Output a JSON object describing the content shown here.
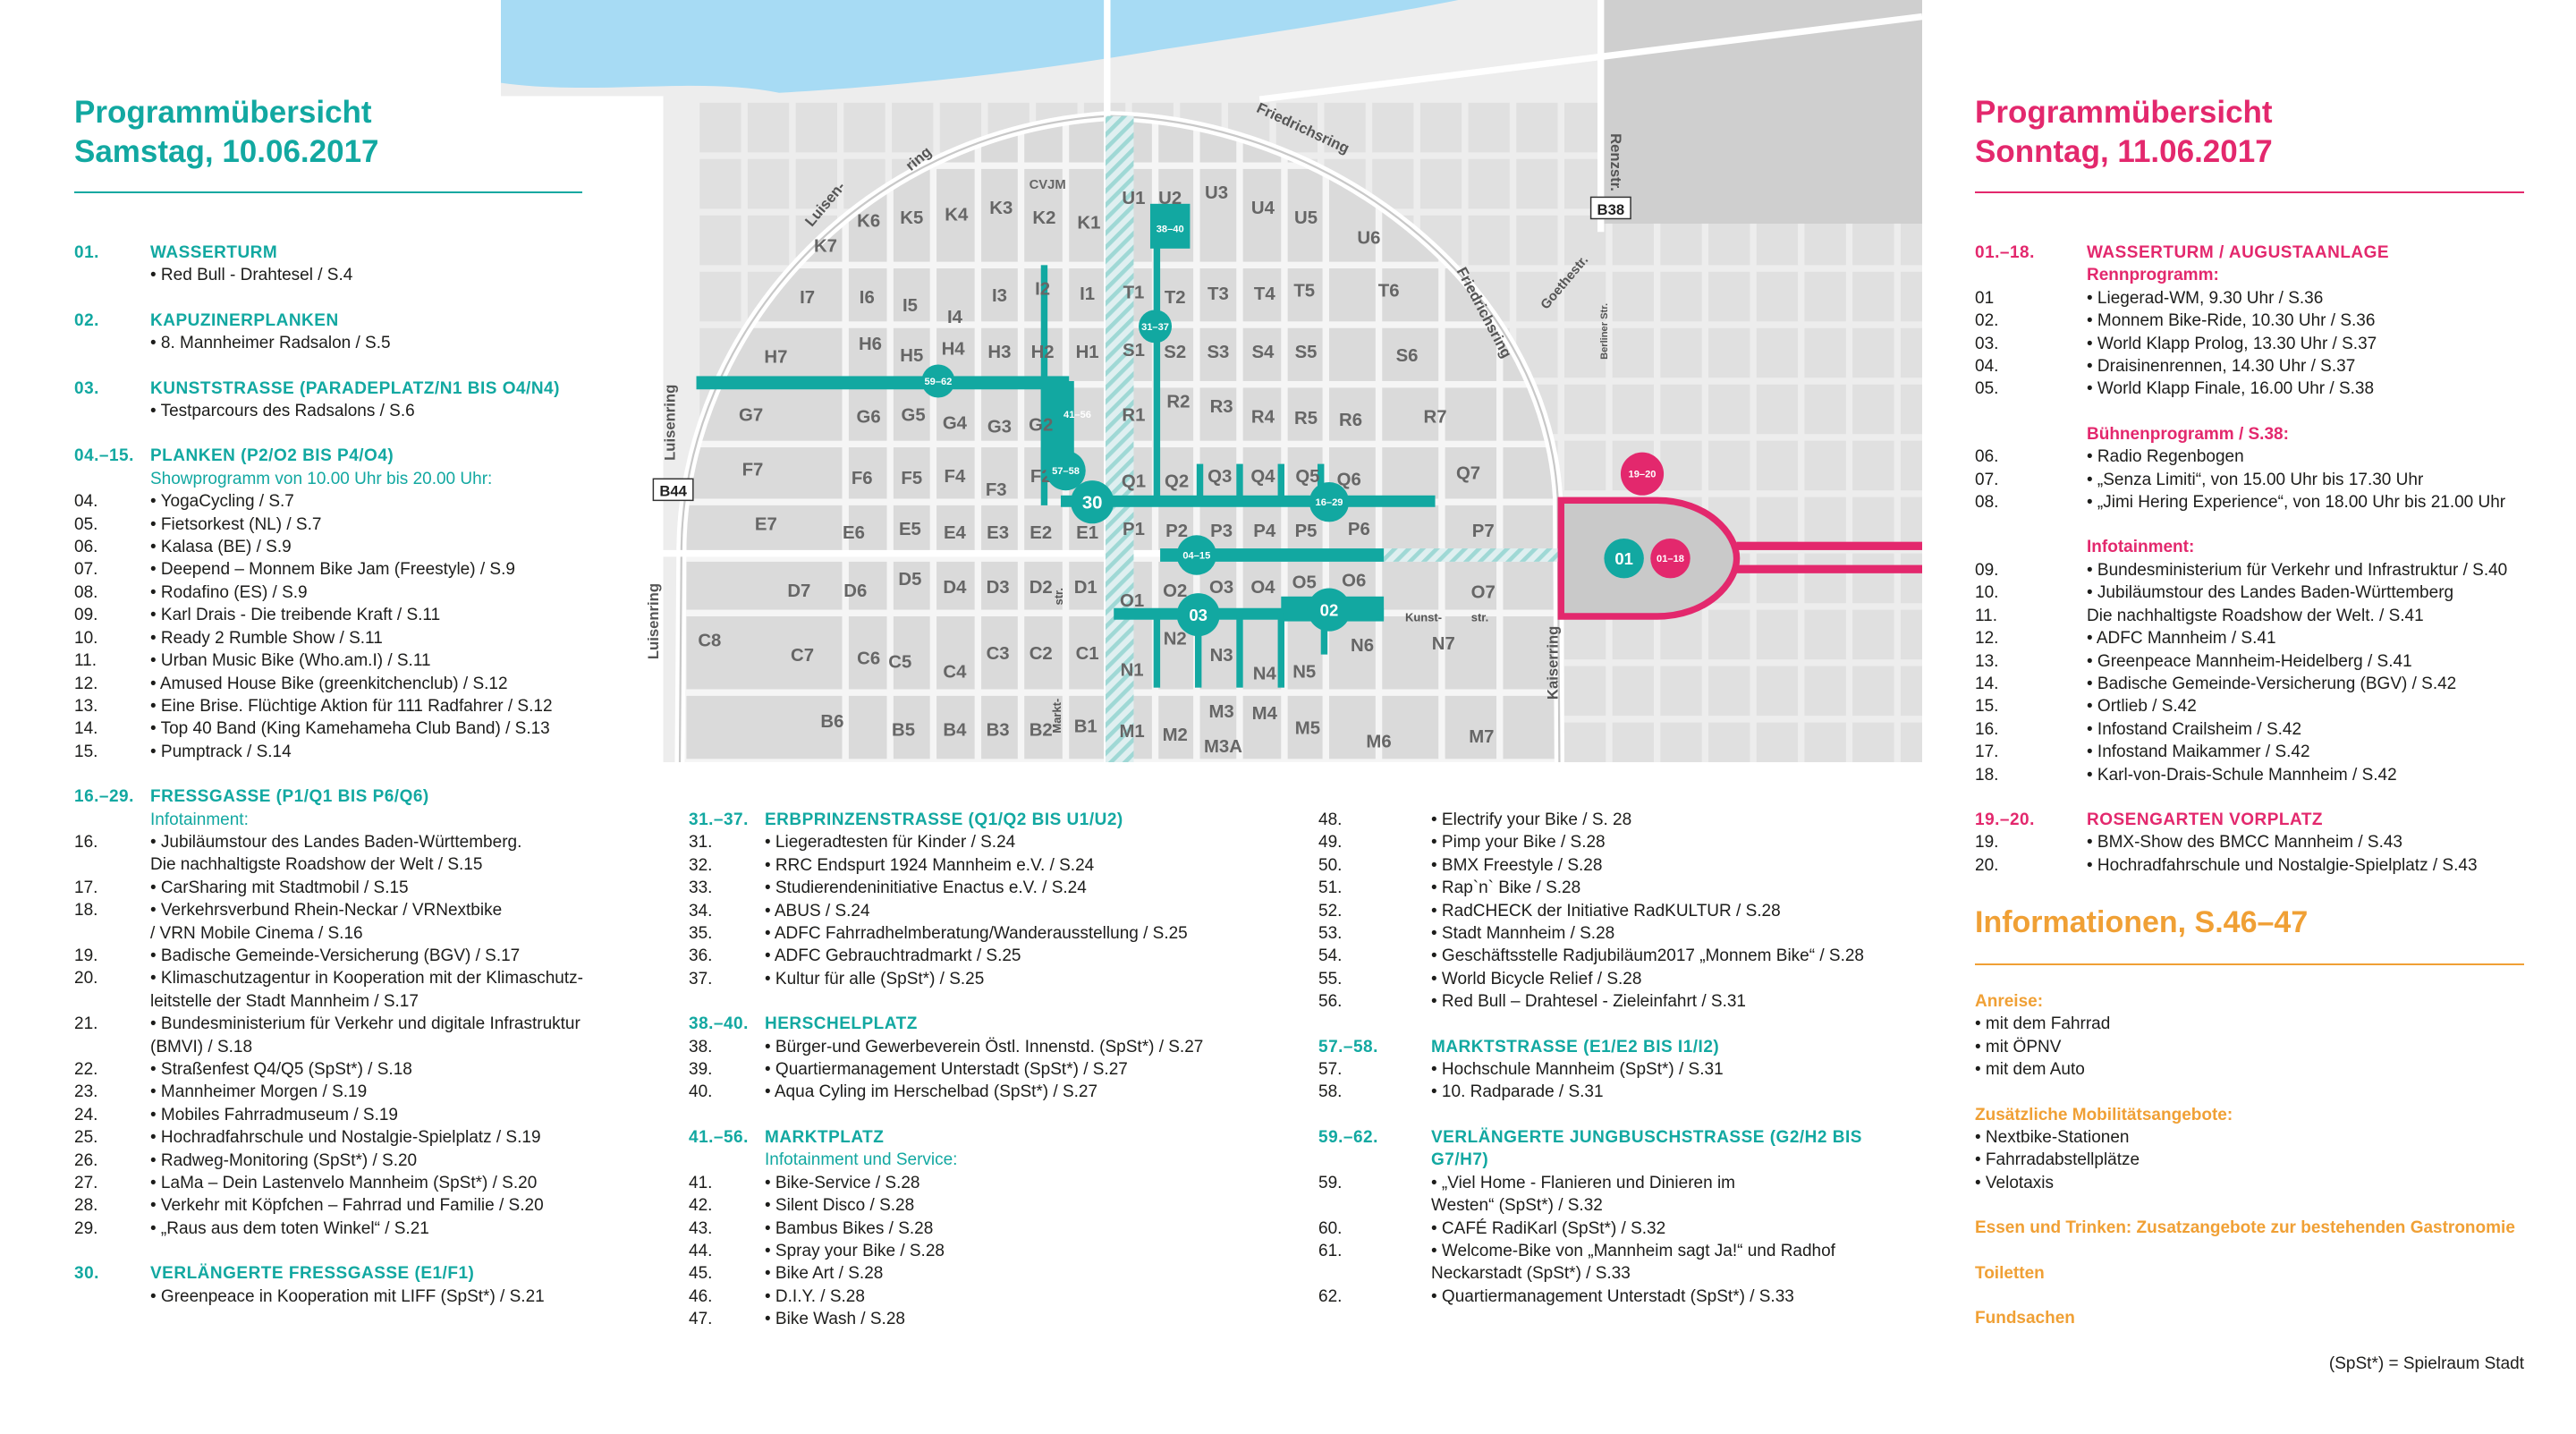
{
  "colors": {
    "teal": "#12a8a1",
    "pink": "#e3286d",
    "orange": "#f0a035",
    "river": "#a7dbf4"
  },
  "saturday": {
    "title_line1": "Programmübersicht",
    "title_line2": "Samstag, 10.06.2017",
    "sections": [
      {
        "num": "01.",
        "title": "WASSERTURM",
        "groups": [
          {
            "sub": "",
            "items": [
              {
                "n": "",
                "t": "• Red Bull - Drahtesel / S.4"
              }
            ]
          }
        ]
      },
      {
        "num": "02.",
        "title": "KAPUZINERPLANKEN",
        "groups": [
          {
            "sub": "",
            "items": [
              {
                "n": "",
                "t": "• 8. Mannheimer Radsalon / S.5"
              }
            ]
          }
        ]
      },
      {
        "num": "03.",
        "title": "KUNSTSTRASSE (PARADEPLATZ/N1 BIS O4/N4)",
        "groups": [
          {
            "sub": "",
            "items": [
              {
                "n": "",
                "t": "• Testparcours des Radsalons / S.6"
              }
            ]
          }
        ]
      },
      {
        "num": "04.–15.",
        "title": "PLANKEN (P2/O2 BIS P4/O4)",
        "groups": [
          {
            "sub": "Showprogramm von 10.00 Uhr bis 20.00 Uhr:",
            "items": [
              {
                "n": "04.",
                "t": "• YogaCycling / S.7"
              },
              {
                "n": "05.",
                "t": "• Fietsorkest (NL) / S.7"
              },
              {
                "n": "06.",
                "t": "• Kalasa (BE) / S.9"
              },
              {
                "n": "07.",
                "t": "• Deepend – Monnem Bike Jam (Freestyle) / S.9"
              },
              {
                "n": "08.",
                "t": "• Rodafino (ES) / S.9"
              },
              {
                "n": "09.",
                "t": "• Karl Drais - Die treibende Kraft / S.11"
              },
              {
                "n": "10.",
                "t": "• Ready 2 Rumble Show / S.11"
              },
              {
                "n": "11.",
                "t": "• Urban Music Bike (Who.am.I) / S.11"
              },
              {
                "n": "12.",
                "t": "• Amused House Bike (greenkitchenclub) / S.12"
              },
              {
                "n": "13.",
                "t": "• Eine Brise. Flüchtige Aktion für 111 Radfahrer  / S.12"
              },
              {
                "n": "14.",
                "t": "• Top 40 Band (King Kamehameha Club Band) / S.13"
              },
              {
                "n": "15.",
                "t": "• Pumptrack / S.14"
              }
            ]
          }
        ]
      },
      {
        "num": "16.–29.",
        "title": "FRESSGASSE (P1/Q1 BIS P6/Q6)",
        "groups": [
          {
            "sub": "Infotainment:",
            "items": [
              {
                "n": "16.",
                "t": "• Jubiläumstour des Landes Baden-Württemberg.\n   Die nachhaltigste Roadshow der Welt / S.15"
              },
              {
                "n": "17.",
                "t": "• CarSharing mit Stadtmobil / S.15"
              },
              {
                "n": "18.",
                "t": "• Verkehrsverbund Rhein-Neckar / VRNextbike\n   / VRN Mobile Cinema / S.16"
              },
              {
                "n": "19.",
                "t": "• Badische Gemeinde-Versicherung (BGV) / S.17"
              },
              {
                "n": "20.",
                "t": "• Klimaschutzagentur in Kooperation mit der Klimaschutz-\n   leitstelle der Stadt Mannheim / S.17"
              },
              {
                "n": "21.",
                "t": "• Bundesministerium für Verkehr und digitale Infrastruktur\n   (BMVI) / S.18"
              },
              {
                "n": "22.",
                "t": "• Straßenfest Q4/Q5 (SpSt*) / S.18"
              },
              {
                "n": "23.",
                "t": "• Mannheimer Morgen / S.19"
              },
              {
                "n": "24.",
                "t": "• Mobiles Fahrradmuseum / S.19"
              },
              {
                "n": "25.",
                "t": "• Hochradfahrschule und Nostalgie-Spielplatz / S.19"
              },
              {
                "n": "26.",
                "t": "• Radweg-Monitoring (SpSt*) / S.20"
              },
              {
                "n": "27.",
                "t": "• LaMa – Dein Lastenvelo Mannheim (SpSt*) / S.20"
              },
              {
                "n": "28.",
                "t": "• Verkehr mit Köpfchen – Fahrrad und Familie / S.20"
              },
              {
                "n": "29.",
                "t": "• „Raus aus dem toten Winkel“ / S.21"
              }
            ]
          }
        ]
      },
      {
        "num": "30.",
        "title": "VERLÄNGERTE FRESSGASSE (E1/F1)",
        "groups": [
          {
            "sub": "",
            "items": [
              {
                "n": "",
                "t": "• Greenpeace in Kooperation mit LIFF (SpSt*) / S.21"
              }
            ]
          }
        ]
      }
    ],
    "sections_mid1": [
      {
        "num": "31.–37.",
        "title": "ERBPRINZENSTRASSE (Q1/Q2 BIS U1/U2)",
        "groups": [
          {
            "sub": "",
            "items": [
              {
                "n": "31.",
                "t": "• Liegeradtesten für Kinder / S.24"
              },
              {
                "n": "32.",
                "t": "• RRC Endspurt 1924 Mannheim e.V. / S.24"
              },
              {
                "n": "33.",
                "t": "• Studierendeninitiative Enactus e.V. / S.24"
              },
              {
                "n": "34.",
                "t": "• ABUS / S.24"
              },
              {
                "n": "35.",
                "t": "• ADFC Fahrradhelmberatung/Wanderausstellung / S.25"
              },
              {
                "n": "36.",
                "t": "• ADFC Gebrauchtradmarkt / S.25"
              },
              {
                "n": "37.",
                "t": "• Kultur für alle  (SpSt*) / S.25"
              }
            ]
          }
        ]
      },
      {
        "num": "38.–40.",
        "title": "HERSCHELPLATZ",
        "groups": [
          {
            "sub": "",
            "items": [
              {
                "n": "38.",
                "t": "• Bürger-und Gewerbeverein Östl. Innenstd. (SpSt*) / S.27"
              },
              {
                "n": "39.",
                "t": "• Quartiermanagement Unterstadt (SpSt*) / S.27"
              },
              {
                "n": "40.",
                "t": "• Aqua Cyling im Herschelbad (SpSt*) / S.27"
              }
            ]
          }
        ]
      },
      {
        "num": "41.–56.",
        "title": "MARKTPLATZ",
        "groups": [
          {
            "sub": "Infotainment und Service:",
            "items": [
              {
                "n": "41.",
                "t": "• Bike-Service / S.28"
              },
              {
                "n": "42.",
                "t": "• Silent Disco / S.28"
              },
              {
                "n": "43.",
                "t": "• Bambus Bikes / S.28"
              },
              {
                "n": "44.",
                "t": "• Spray your Bike / S.28"
              },
              {
                "n": "45.",
                "t": "• Bike Art / S.28"
              },
              {
                "n": "46.",
                "t": "• D.I.Y. / S.28"
              },
              {
                "n": "47.",
                "t": "• Bike Wash / S.28"
              }
            ]
          }
        ]
      }
    ],
    "sections_mid2": [
      {
        "num": "",
        "title": "",
        "groups": [
          {
            "sub": "",
            "items": [
              {
                "n": "48.",
                "t": "• Electrify your Bike / S. 28"
              },
              {
                "n": "49.",
                "t": "• Pimp your Bike / S.28"
              },
              {
                "n": "50.",
                "t": "• BMX Freestyle / S.28"
              },
              {
                "n": "51.",
                "t": "• Rap`n` Bike / S.28"
              },
              {
                "n": "52.",
                "t": "• RadCHECK der Initiative RadKULTUR / S.28"
              },
              {
                "n": "53.",
                "t": "• Stadt Mannheim / S.28"
              },
              {
                "n": "54.",
                "t": "• Geschäftsstelle Radjubiläum2017 „Monnem Bike“ / S.28"
              },
              {
                "n": "55.",
                "t": "• World Bicycle Relief / S.28"
              },
              {
                "n": "56.",
                "t": "• Red Bull – Drahtesel - Zieleinfahrt / S.31"
              }
            ]
          }
        ]
      },
      {
        "num": "57.–58.",
        "title": "MARKTSTRASSE (E1/E2 BIS I1/I2)",
        "groups": [
          {
            "sub": "",
            "items": [
              {
                "n": "57.",
                "t": "• Hochschule Mannheim (SpSt*) / S.31"
              },
              {
                "n": "58.",
                "t": "• 10. Radparade / S.31"
              }
            ]
          }
        ]
      },
      {
        "num": "59.–62.",
        "title": "VERLÄNGERTE JUNGBUSCHSTRASSE (G2/H2 BIS\nG7/H7)",
        "groups": [
          {
            "sub": "",
            "items": [
              {
                "n": "59.",
                "t": "• „Viel Home - Flanieren und Dinieren im\n    Westen“ (SpSt*) / S.32"
              },
              {
                "n": "60.",
                "t": "• CAFÉ RadiKarl  (SpSt*) / S.32"
              },
              {
                "n": "61.",
                "t": "• Welcome-Bike von „Mannheim sagt Ja!“ und Radhof\n   Neckarstadt (SpSt*) / S.33"
              },
              {
                "n": "62.",
                "t": "• Quartiermanagement Unterstadt (SpSt*) / S.33"
              }
            ]
          }
        ]
      }
    ]
  },
  "sunday": {
    "title_line1": "Programmübersicht",
    "title_line2": "Sonntag, 11.06.2017",
    "sections": [
      {
        "num": "01.–18.",
        "title": "WASSERTURM / AUGUSTAANLAGE",
        "groups": [
          {
            "sub": "Rennprogramm:",
            "items": [
              {
                "n": "01",
                "t": "• Liegerad-WM, 9.30 Uhr / S.36"
              },
              {
                "n": "02.",
                "t": "• Monnem Bike-Ride, 10.30 Uhr / S.36"
              },
              {
                "n": "03.",
                "t": "• World Klapp Prolog, 13.30 Uhr / S.37"
              },
              {
                "n": "04.",
                "t": "• Draisinenrennen, 14.30 Uhr / S.37"
              },
              {
                "n": "05.",
                "t": "• World Klapp Finale, 16.00 Uhr / S.38"
              }
            ]
          },
          {
            "sub": "Bühnenprogramm / S.38:",
            "items": [
              {
                "n": "06.",
                "t": "• Radio Regenbogen"
              },
              {
                "n": "07.",
                "t": "• „Senza Limiti“, von 15.00 Uhr bis 17.30 Uhr"
              },
              {
                "n": "08.",
                "t": "• „Jimi Hering Experience“, von 18.00 Uhr bis 21.00 Uhr"
              }
            ]
          },
          {
            "sub": "Infotainment:",
            "items": [
              {
                "n": "09.",
                "t": "• Bundesministerium für Verkehr und Infrastruktur / S.40"
              },
              {
                "n": "10.",
                "t": "• Jubiläumstour des Landes Baden-Württemberg"
              },
              {
                "n": "11.",
                "t": "   Die nachhaltigste Roadshow der Welt. / S.41"
              },
              {
                "n": "12.",
                "t": "• ADFC Mannheim / S.41"
              },
              {
                "n": "13.",
                "t": "• Greenpeace Mannheim-Heidelberg / S.41"
              },
              {
                "n": "14.",
                "t": "• Badische Gemeinde-Versicherung (BGV) / S.42"
              },
              {
                "n": "15.",
                "t": "• Ortlieb / S.42"
              },
              {
                "n": "16.",
                "t": "• Infostand Crailsheim / S.42"
              },
              {
                "n": "17.",
                "t": "• Infostand Maikammer / S.42"
              },
              {
                "n": "18.",
                "t": "• Karl-von-Drais-Schule Mannheim / S.42"
              }
            ]
          }
        ]
      },
      {
        "num": "19.–20.",
        "title": "ROSENGARTEN VORPLATZ",
        "groups": [
          {
            "sub": "",
            "items": [
              {
                "n": "19.",
                "t": "• BMX-Show des BMCC Mannheim / S.43"
              },
              {
                "n": "20.",
                "t": "• Hochradfahrschule und Nostalgie-Spielplatz / S.43"
              }
            ]
          }
        ]
      }
    ]
  },
  "info": {
    "title": "Informationen, S.46–47",
    "anreise_title": "Anreise:",
    "anreise": [
      "• mit dem Fahrrad",
      "• mit ÖPNV",
      "• mit dem Auto"
    ],
    "mobil_title": "Zusätzliche Mobilitätsangebote:",
    "mobil": [
      "• Nextbike-Stationen",
      "• Fahrradabstellplätze",
      "• Velotaxis"
    ],
    "essen": "Essen und Trinken: Zusatzangebote zur bestehenden Gastronomie",
    "toiletten": "Toiletten",
    "fundsachen": "Fundsachen"
  },
  "footnote": "(SpSt*) = Spielraum Stadt",
  "map": {
    "blocks": [
      "K7",
      "K6",
      "K5",
      "K4",
      "K3",
      "K2",
      "K1",
      "CVJM",
      "U1",
      "U2",
      "U3",
      "U4",
      "U5",
      "U6",
      "I7",
      "I6",
      "I5",
      "I4",
      "I3",
      "I2",
      "I1",
      "T1",
      "T2",
      "T3",
      "T4",
      "T5",
      "T6",
      "H7",
      "H6",
      "H5",
      "H4",
      "H3",
      "H2",
      "H1",
      "S1",
      "S2",
      "S3",
      "S4",
      "S5",
      "S6",
      "G7",
      "G6",
      "G5",
      "G4",
      "G3",
      "G2",
      "R1",
      "R2",
      "R3",
      "R4",
      "R5",
      "R6",
      "R7",
      "F7",
      "F6",
      "F5",
      "F4",
      "F3",
      "F2",
      "Q1",
      "Q2",
      "Q3",
      "Q4",
      "Q5",
      "Q6",
      "Q7",
      "E7",
      "E6",
      "E5",
      "E4",
      "E3",
      "E2",
      "E1",
      "P1",
      "P2",
      "P3",
      "P4",
      "P5",
      "P6",
      "P7",
      "D7",
      "D6",
      "D5",
      "D4",
      "D3",
      "D2",
      "D1",
      "O1",
      "O2",
      "O3",
      "O4",
      "O5",
      "O6",
      "O7",
      "C8",
      "C7",
      "C6",
      "C5",
      "C4",
      "C3",
      "C2",
      "C1",
      "N1",
      "N2",
      "N3",
      "N4",
      "N5",
      "N6",
      "N7",
      "B6",
      "B5",
      "B4",
      "B3",
      "B2",
      "B1",
      "M1",
      "M2",
      "M3",
      "M4",
      "M3A",
      "M5",
      "M6",
      "M7"
    ],
    "streets": [
      "Luisen-",
      "ring",
      "Friedrichsring",
      "Friedrichsring",
      "Luisenring",
      "Luisenring",
      "Renzstr.",
      "Goethestr.",
      "Berliner Str.",
      "Kaiserring",
      "Kunst-",
      "str.",
      "Markt-",
      "str.",
      "str."
    ],
    "road_signs": [
      "B38",
      "B44"
    ],
    "markers": [
      {
        "label": "59–62",
        "color": "teal"
      },
      {
        "label": "41–56",
        "color": "teal"
      },
      {
        "label": "38–40",
        "color": "teal"
      },
      {
        "label": "31–37",
        "color": "teal"
      },
      {
        "label": "57–58",
        "color": "teal"
      },
      {
        "label": "30",
        "color": "teal"
      },
      {
        "label": "16–29",
        "color": "teal"
      },
      {
        "label": "04–15",
        "color": "teal"
      },
      {
        "label": "03",
        "color": "teal"
      },
      {
        "label": "02",
        "color": "teal"
      },
      {
        "label": "01",
        "color": "teal"
      },
      {
        "label": "01–18",
        "color": "pink"
      },
      {
        "label": "19–20",
        "color": "pink"
      }
    ]
  }
}
